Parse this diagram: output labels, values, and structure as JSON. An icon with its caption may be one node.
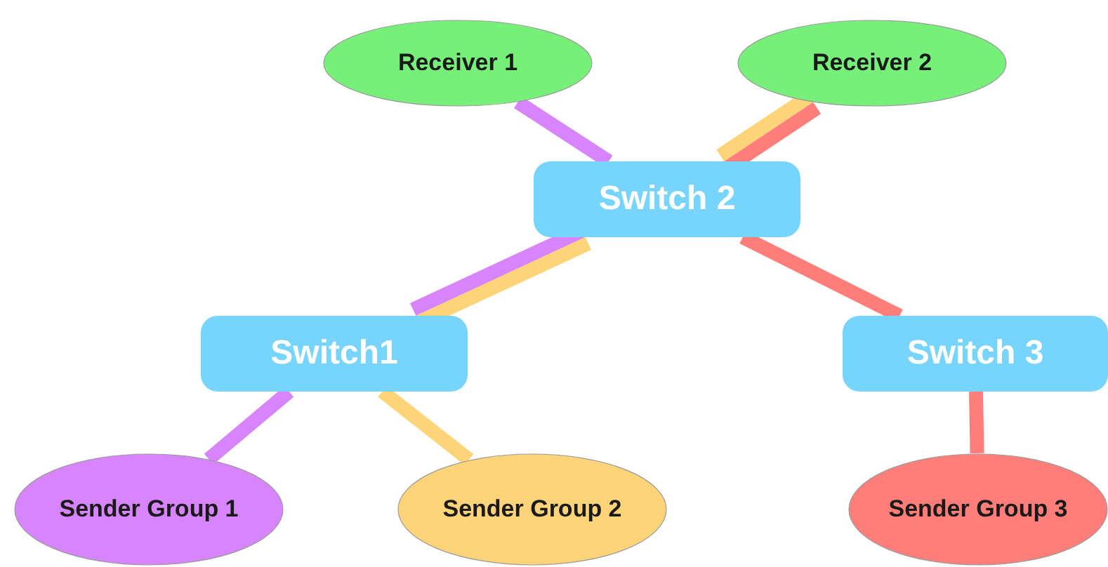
{
  "diagram": {
    "nodes": [
      {
        "text": [
          "Receiver 1"
        ]
      },
      {
        "text": [
          "Receiver 2"
        ]
      },
      {
        "text": [
          "Switch 2"
        ]
      },
      {
        "text": [
          "Switch1"
        ]
      },
      {
        "text": [
          "Switch 3"
        ]
      },
      {
        "text": [
          "Sender Group 1"
        ]
      },
      {
        "text": [
          "Sender Group 2"
        ]
      },
      {
        "text": [
          "Sender Group 3"
        ]
      }
    ],
    "edges": [
      {
        "from": 5,
        "to": 3,
        "arrow": "none",
        "color": "#d884fc"
      },
      {
        "from": 3,
        "to": 2,
        "arrow": "none",
        "color": "#d884fc"
      },
      {
        "from": 2,
        "to": 0,
        "arrow": "none",
        "color": "#d884fc"
      },
      {
        "from": 6,
        "to": 3,
        "arrow": "none",
        "color": "#ffd479"
      },
      {
        "from": 3,
        "to": 2,
        "arrow": "none",
        "color": "#ffd479"
      },
      {
        "from": 2,
        "to": 1,
        "arrow": "none",
        "color": "#ffd479"
      },
      {
        "from": 7,
        "to": 4,
        "arrow": "none",
        "color": "#ff7e79"
      },
      {
        "from": 4,
        "to": 2,
        "arrow": "none",
        "color": "#ff7e79"
      },
      {
        "from": 2,
        "to": 1,
        "arrow": "none",
        "color": "#ff7e79"
      }
    ]
  }
}
